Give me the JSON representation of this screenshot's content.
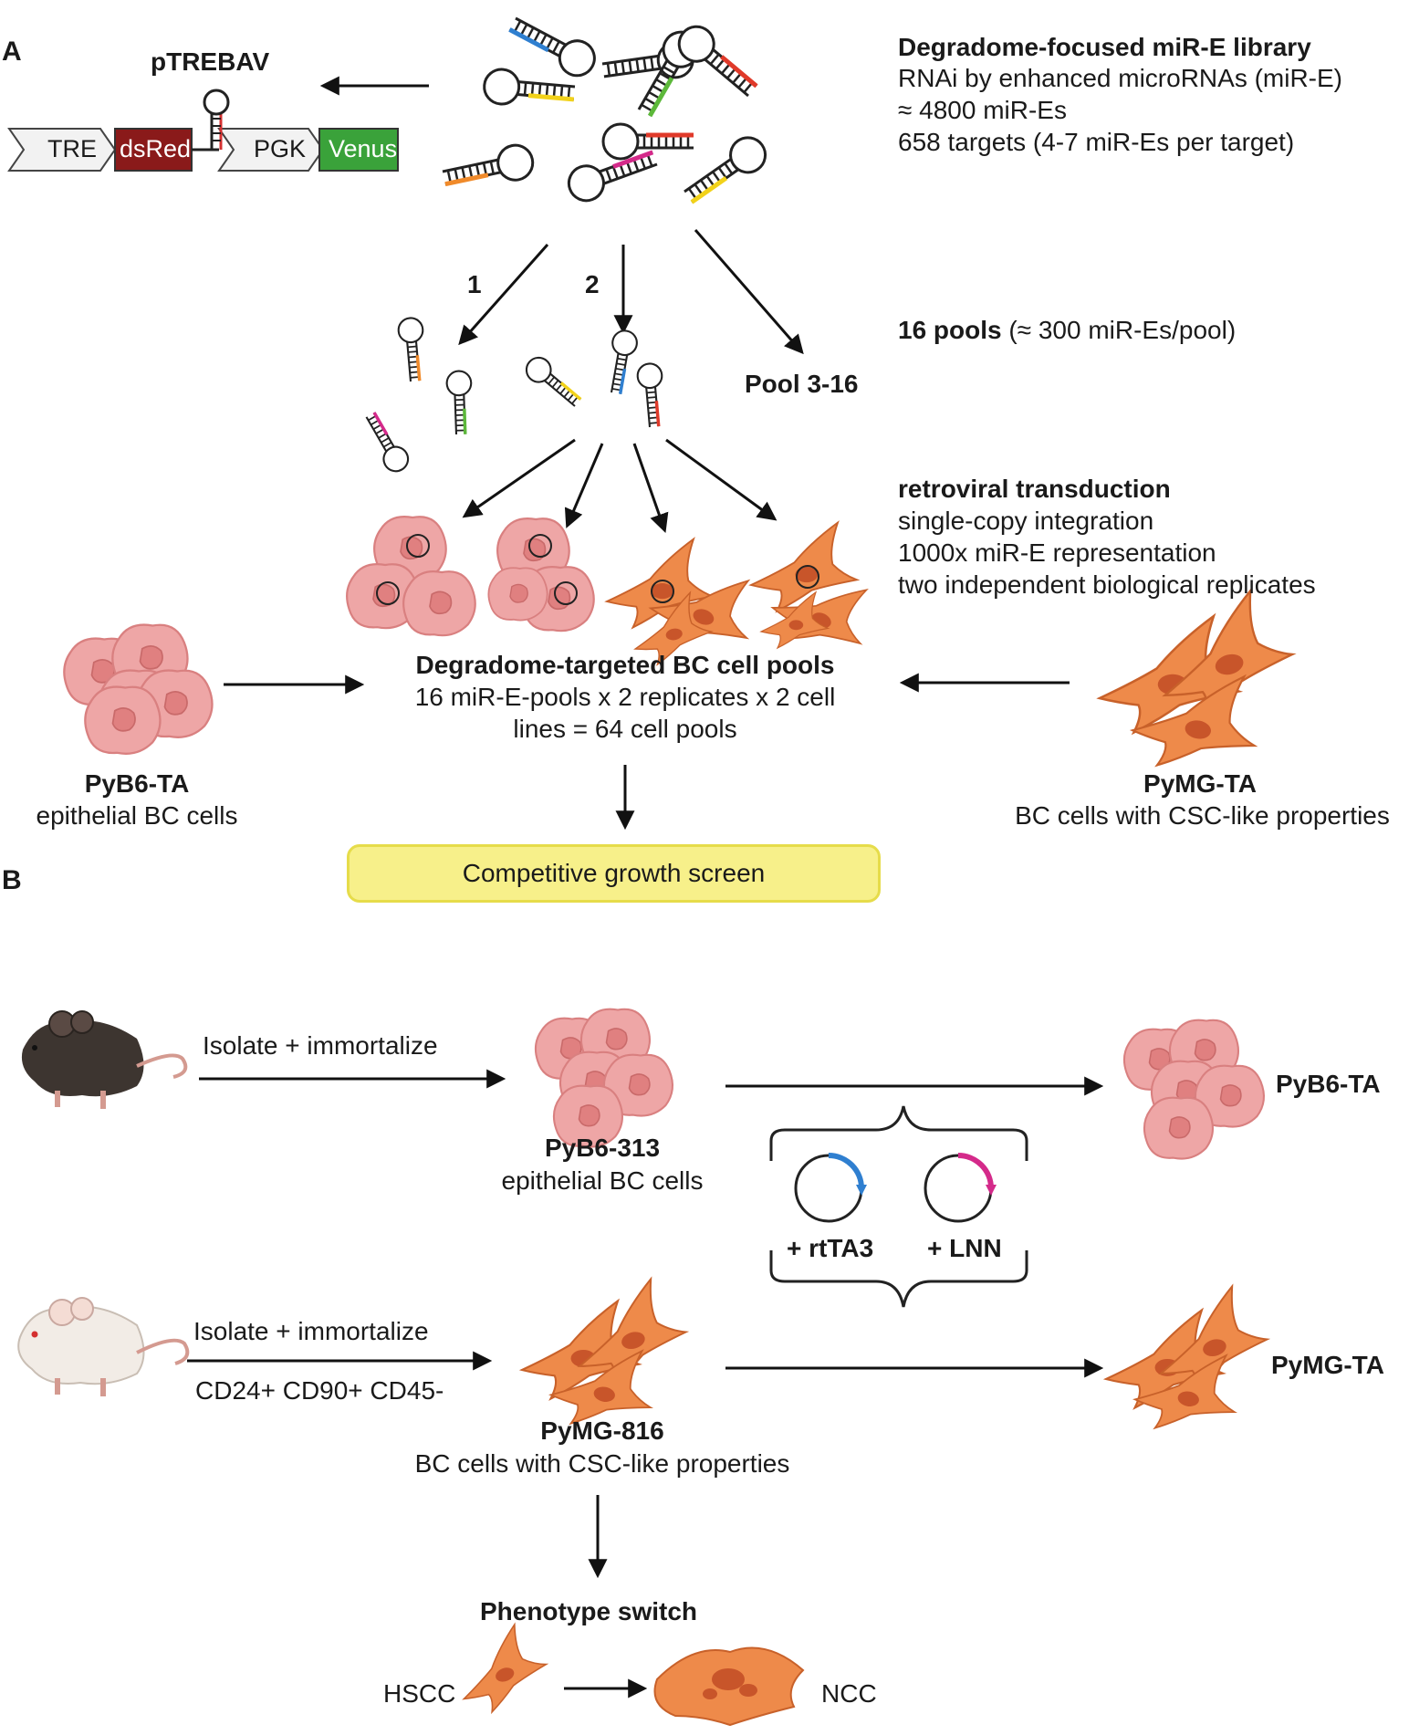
{
  "panels": {
    "a": "A",
    "b": "B"
  },
  "panel_a": {
    "construct": {
      "title": "pTREBAV",
      "tre": "TRE",
      "dsred": "dsRed",
      "pgk": "PGK",
      "venus": "Venus"
    },
    "library": {
      "title": "Degradome-focused miR-E library",
      "lines": [
        "RNAi by enhanced microRNAs (miR-E)",
        "≈ 4800 miR-Es",
        "658 targets (4-7 miR-Es per target)"
      ]
    },
    "pool_labels": {
      "p1": "1",
      "p2": "2",
      "p3": "Pool 3-16"
    },
    "pools_note": {
      "bold": "16 pools",
      "rest": " (≈ 300 miR-Es/pool)"
    },
    "transduction": {
      "title": "retroviral transduction",
      "lines": [
        "single-copy integration",
        "1000x miR-E representation",
        "two independent biological replicates"
      ]
    },
    "cell_pools": {
      "title": "Degradome-targeted BC cell pools",
      "line1": "16 miR-E-pools x 2 replicates x 2 cell",
      "line2": "lines = 64 cell pools"
    },
    "left_cells": {
      "name": "PyB6-TA",
      "desc": "epithelial BC cells"
    },
    "right_cells": {
      "name": "PyMG-TA",
      "desc": "BC cells with CSC-like properties"
    },
    "screen": "Competitive growth screen"
  },
  "panel_b": {
    "top_arrow": "Isolate + immortalize",
    "pyb6_313": {
      "name": "PyB6-313",
      "desc": "epithelial BC cells"
    },
    "pyb6_ta": "PyB6-TA",
    "plasmids": {
      "rtta3": "+ rtTA3",
      "lnn": "+ LNN"
    },
    "bottom_arrow": {
      "top": "Isolate + immortalize",
      "bottom": "CD24+ CD90+ CD45-"
    },
    "pymg_816": {
      "name": "PyMG-816",
      "desc": "BC cells with CSC-like properties"
    },
    "pymg_ta": "PyMG-TA",
    "phenotype": {
      "title": "Phenotype switch",
      "from": "HSCC",
      "to": "NCC"
    }
  },
  "colors": {
    "hairpin_blue": "#2f7fd0",
    "hairpin_yellow": "#f2d21a",
    "hairpin_green": "#5cb83a",
    "hairpin_red": "#e03a2a",
    "hairpin_orange": "#f08a2a",
    "hairpin_magenta": "#d42a8a",
    "epithelial_fill": "#eea6a6",
    "mesenchymal_fill": "#ee8a4a",
    "dsred": "#8a1a1a",
    "venus": "#3aa23a",
    "screen_box": "#f7f08a"
  }
}
